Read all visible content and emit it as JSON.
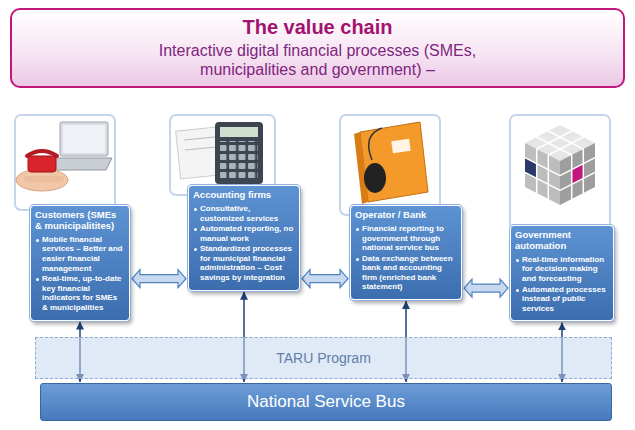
{
  "diagram": {
    "nodes": [
      {
        "text": [
          "The value chain",
          "Interactive digital financial processes (SMEs, municipalities and government) –"
        ]
      },
      {
        "text": [
          "Customers (SMEs & municipalitites)",
          "Mobile financial services – Better and easier financial management",
          "Real-time, up-to-date key financial indicators for SMEs & municipalities"
        ]
      },
      {
        "text": [
          "Accounting firms",
          "Consultative, customized services",
          "Automated reporting, no manual work",
          "Standardized processes for municipal financial administration – Cost savings by integration"
        ]
      },
      {
        "text": [
          "Operator / Bank",
          "Financial reporting to government through national service bus",
          "Data exchange between bank and accounting firm (enriched bank statement)"
        ]
      },
      {
        "text": [
          "Government automation",
          "Real-time information for decision making and forecasting",
          "Automated processes instead of public services"
        ]
      },
      {
        "text": [
          "TARU Program"
        ]
      },
      {
        "text": [
          "National Service Bus"
        ]
      }
    ],
    "edges": [
      {
        "from": 1,
        "to": 2,
        "arrow": "both"
      },
      {
        "from": 2,
        "to": 3,
        "arrow": "both"
      },
      {
        "from": 3,
        "to": 4,
        "arrow": "both"
      },
      {
        "from": 1,
        "to": 6,
        "arrow": "both"
      },
      {
        "from": 2,
        "to": 6,
        "arrow": "both"
      },
      {
        "from": 3,
        "to": 6,
        "arrow": "both"
      },
      {
        "from": 4,
        "to": 6,
        "arrow": "both"
      }
    ]
  }
}
